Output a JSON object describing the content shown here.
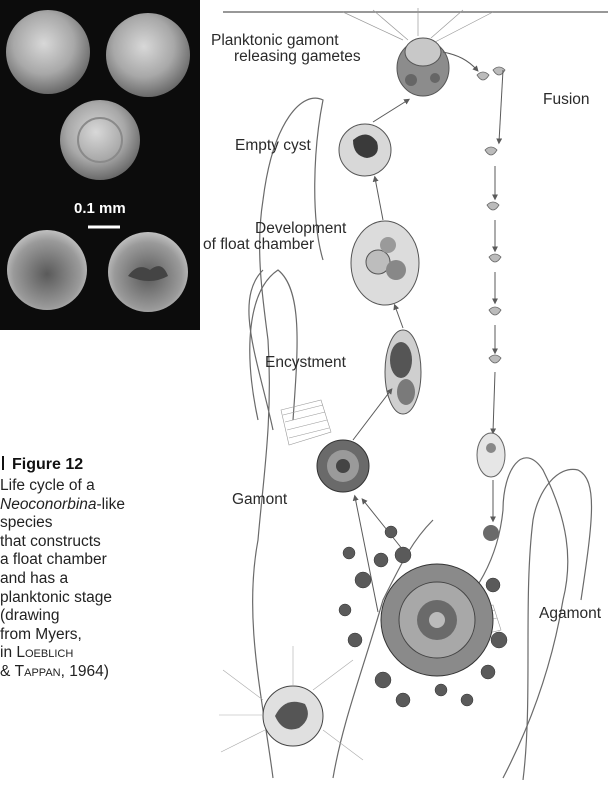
{
  "micrograph": {
    "scale_label": "0.1 mm"
  },
  "drawing": {
    "labels": {
      "planktonic": "Planktonic gamont",
      "releasing": "releasing gametes",
      "fusion": "Fusion",
      "empty_cyst": "Empty cyst",
      "development": "Development",
      "of_float": "of float chamber",
      "encystment": "Encystment",
      "gamont": "Gamont",
      "agamont": "Agamont"
    }
  },
  "caption": {
    "title": "Figure 12",
    "lines": [
      "Life cycle of a",
      "-like",
      "species",
      "that constructs",
      "a float chamber",
      "and has a",
      "planktonic stage",
      "(drawing",
      "from Myers,",
      "in ",
      "& ",
      ", 1964)"
    ],
    "genus": "Neoconorbina",
    "author1": "Loeblich",
    "author2": "Tappan"
  },
  "colors": {
    "photo_bg": "#0c0c0c",
    "drawing_line": "#5a5a5a",
    "shell": "#7a7a7a"
  }
}
